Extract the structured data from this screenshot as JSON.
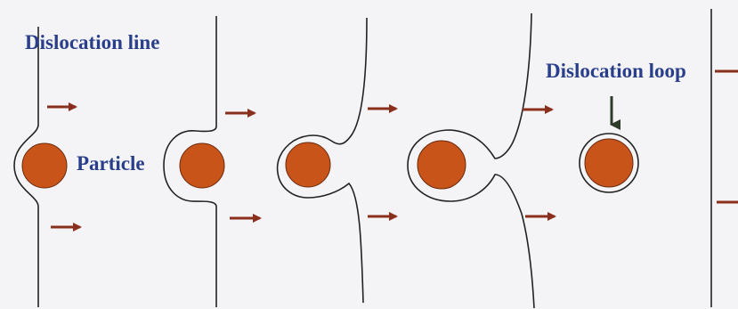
{
  "labels": {
    "dislocation_line": "Dislocation line",
    "particle": "Particle",
    "dislocation_loop": "Dislocation loop"
  },
  "colors": {
    "particle_fill": "#c8541a",
    "particle_stroke": "#6a2a0c",
    "arrow": "#8a2f1c",
    "loop_arrow": "#2f3b2a",
    "line": "#222222",
    "label_text": "#2a3f8c"
  }
}
